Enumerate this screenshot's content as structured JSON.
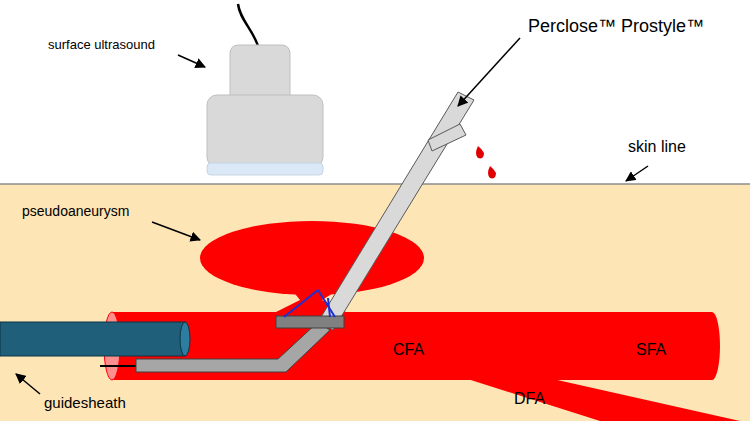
{
  "diagram": {
    "labels": [
      "surface ultrasound",
      "Perclose™ Prostyle™",
      "skin line",
      "pseudoaneurysm",
      "CFA",
      "SFA",
      "DFA",
      "guidesheath"
    ]
  }
}
